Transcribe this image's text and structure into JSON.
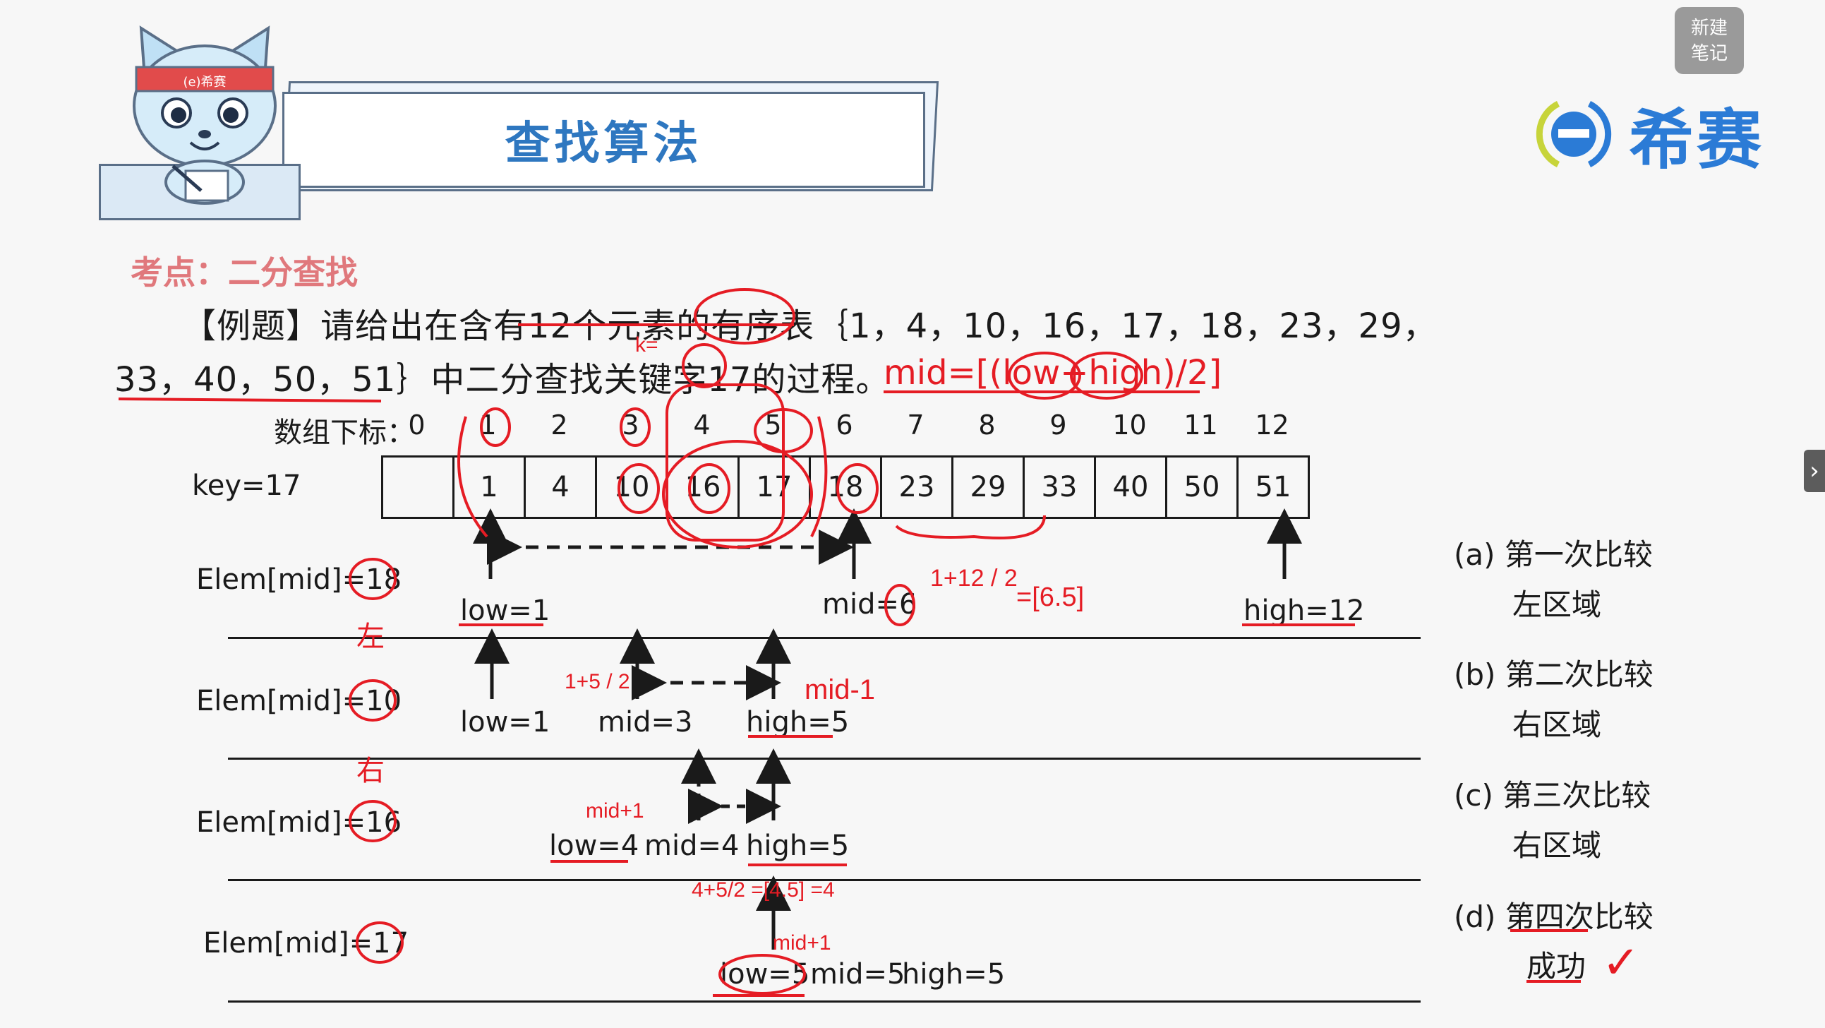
{
  "ui": {
    "note_button_line1": "新建",
    "note_button_line2": "笔记",
    "logo_text": "希赛",
    "banner_title": "查找算法",
    "mascot_headband": "(e)希赛",
    "side_tab_icon": "chevron-right-icon"
  },
  "content": {
    "kaodian": "考点：二分查找",
    "example_line1": "【例题】请给出在含有12个元素的有序表｛1，4，10，16，17，18，23，29，",
    "example_line2": "33，40，50，51｝中二分查找关键字17的过程。",
    "formula": "mid=[(low+high)/2]",
    "index_label": "数组下标：",
    "key_label": "key=17",
    "indices": [
      "0",
      "1",
      "2",
      "3",
      "4",
      "5",
      "6",
      "7",
      "8",
      "9",
      "10",
      "11",
      "12"
    ],
    "cells": [
      "",
      "1",
      "4",
      "10",
      "16",
      "17",
      "18",
      "23",
      "29",
      "33",
      "40",
      "50",
      "51"
    ]
  },
  "rounds": [
    {
      "elem": "Elem[mid]=18",
      "pointers": [
        "low=1",
        "mid=6",
        "high=12"
      ],
      "step": "(a) 第一次比较",
      "result": "左区域"
    },
    {
      "elem": "Elem[mid]=10",
      "pointers": [
        "low=1",
        "mid=3",
        "high=5"
      ],
      "step": "(b) 第二次比较",
      "result": "右区域"
    },
    {
      "elem": "Elem[mid]=16",
      "pointers": [
        "low=4",
        "mid=4",
        "high=5"
      ],
      "step": "(c) 第三次比较",
      "result": "右区域"
    },
    {
      "elem": "Elem[mid]=17",
      "pointers": [
        "low=5",
        "mid=5",
        "high=5"
      ],
      "step": "(d) 第四次比较",
      "result": "成功"
    }
  ],
  "annotations": {
    "k_eq": "k=",
    "left": "左",
    "right": "右",
    "frac1": "1+12 / 2",
    "floor1": "=[6.5]",
    "frac2": "1+5 / 2",
    "mid_minus": "mid-1",
    "mid_plus": "mid+1",
    "calc3": "4+5/2 =[4.5] =4",
    "mid_plus2": "mid+1",
    "check": "✓"
  },
  "colors": {
    "accent_blue": "#2e77c0",
    "annotation_red": "#e51c24",
    "kaodian_pink": "#e0787c",
    "logo_blue": "#2b7bd6"
  }
}
